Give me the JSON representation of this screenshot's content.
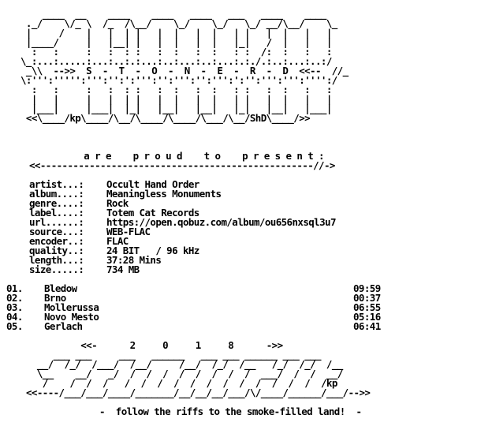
{
  "header_art": [
    "    ____  __    ____    ____   ____   ___   ____    ____  ",
    " ._/    \\/_ \\  /_  /\\__/    \\_/    \\_/   \\_/ __/\\__/    \\_",
    " |     /    |   |  | |   |  |   |  |   | |   |  |   |   |",
    " |____/     |   |__| |   |  |   |  |   |_|   /  |   |   |",
    "  :   :     :   :  : :   :  :   :  :   : :  /:  :   :   :",
    "\\_:...:.....:...:..:.:...:..:...:..:...:.:./.:..:...:..:/",
    " _\\\\  -->>  S  -  T  -  O  -  N  -  E  -  R  -  D  <<--  //_",
    "\\:''':''''':''':'':':''':'':''':'':''':':'':''':''':'''':/ ",
    "  :   :     :   :  : :   :  :   :  :   : :   :  :   :   :",
    "  |   |     |   |  | |   |  |   |  |   | |   |  |   |   |",
    "  |___|     |___|  |_|   |__|   |__|   |_|   |__|   |___|",
    " <<\\____/kp\\____/\\__/\\____/\\____/\\___/\\__/ShD\\____/>>"
  ],
  "presents_text": "          a r e    p r o u d    t o    p r e s e n t :",
  "presents_line": "<<--------------------------------------------------//->",
  "info": [
    {
      "key": "artist...:",
      "value": "Occult Hand Order"
    },
    {
      "key": "album....:",
      "value": "Meaningless Monuments"
    },
    {
      "key": "genre....:",
      "value": "Rock"
    },
    {
      "key": "label....:",
      "value": "Totem Cat Records"
    },
    {
      "key": "url......:",
      "value": "https://open.qobuz.com/album/ou656nxsql3u7"
    },
    {
      "key": "source...:",
      "value": "WEB-FLAC"
    },
    {
      "key": "encoder..:",
      "value": "FLAC"
    },
    {
      "key": "quality..:",
      "value": "24 BIT   / 96 kHz"
    },
    {
      "key": "length...:",
      "value": "37:28 Mins"
    },
    {
      "key": "size.....:",
      "value": "734 MB"
    }
  ],
  "tracks": [
    {
      "num": "01.",
      "title": "Bledow",
      "duration": "09:59"
    },
    {
      "num": "02.",
      "title": "Brno",
      "duration": "00:37"
    },
    {
      "num": "03.",
      "title": "Mollerussa",
      "duration": "06:55"
    },
    {
      "num": "04.",
      "title": "Novo Mesto",
      "duration": "05:16"
    },
    {
      "num": "05.",
      "title": "Gerlach",
      "duration": "06:41"
    }
  ],
  "footer_art": [
    "          <<-      2     0     1     8      ->>",
    "     ___ ___     ___   ______   ___ ___ ______ ___ ___",
    "  __/  /_/  /___/  /__/     /__/  /_/  /__   /_/  /_/  /__",
    "  \\__    __/   _/  /  /  /  /  /  /  /  /  ___/  /  /  __/",
    "   /    /  /  /   /  /  /  /  /  /  /  /  /  /  /  /  /kp",
    "<<----/___/___/____/_______/__/__/__/___/\\/____/______/___/-->>"
  ],
  "tagline": "-  follow the riffs to the smoke-filled land!  -"
}
